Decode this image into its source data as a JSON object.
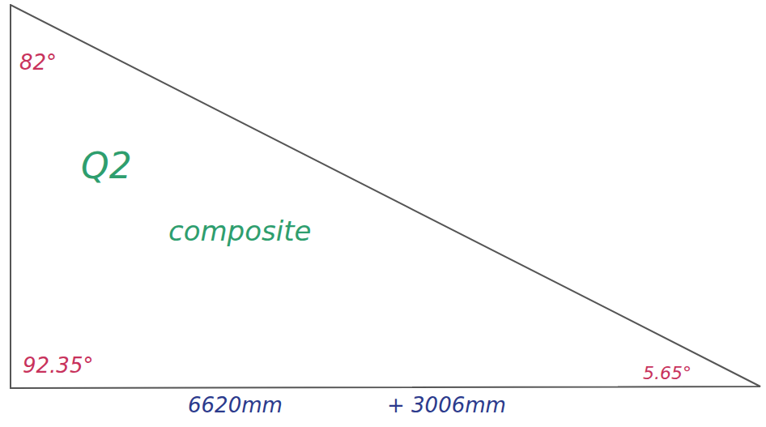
{
  "diagram": {
    "nodes": [
      {
        "text": [
          "82°",
          "Q2",
          "composite",
          "92.35°",
          "5.65°"
        ]
      }
    ],
    "labels": [
      "6620mm",
      "+ 3006mm"
    ]
  }
}
